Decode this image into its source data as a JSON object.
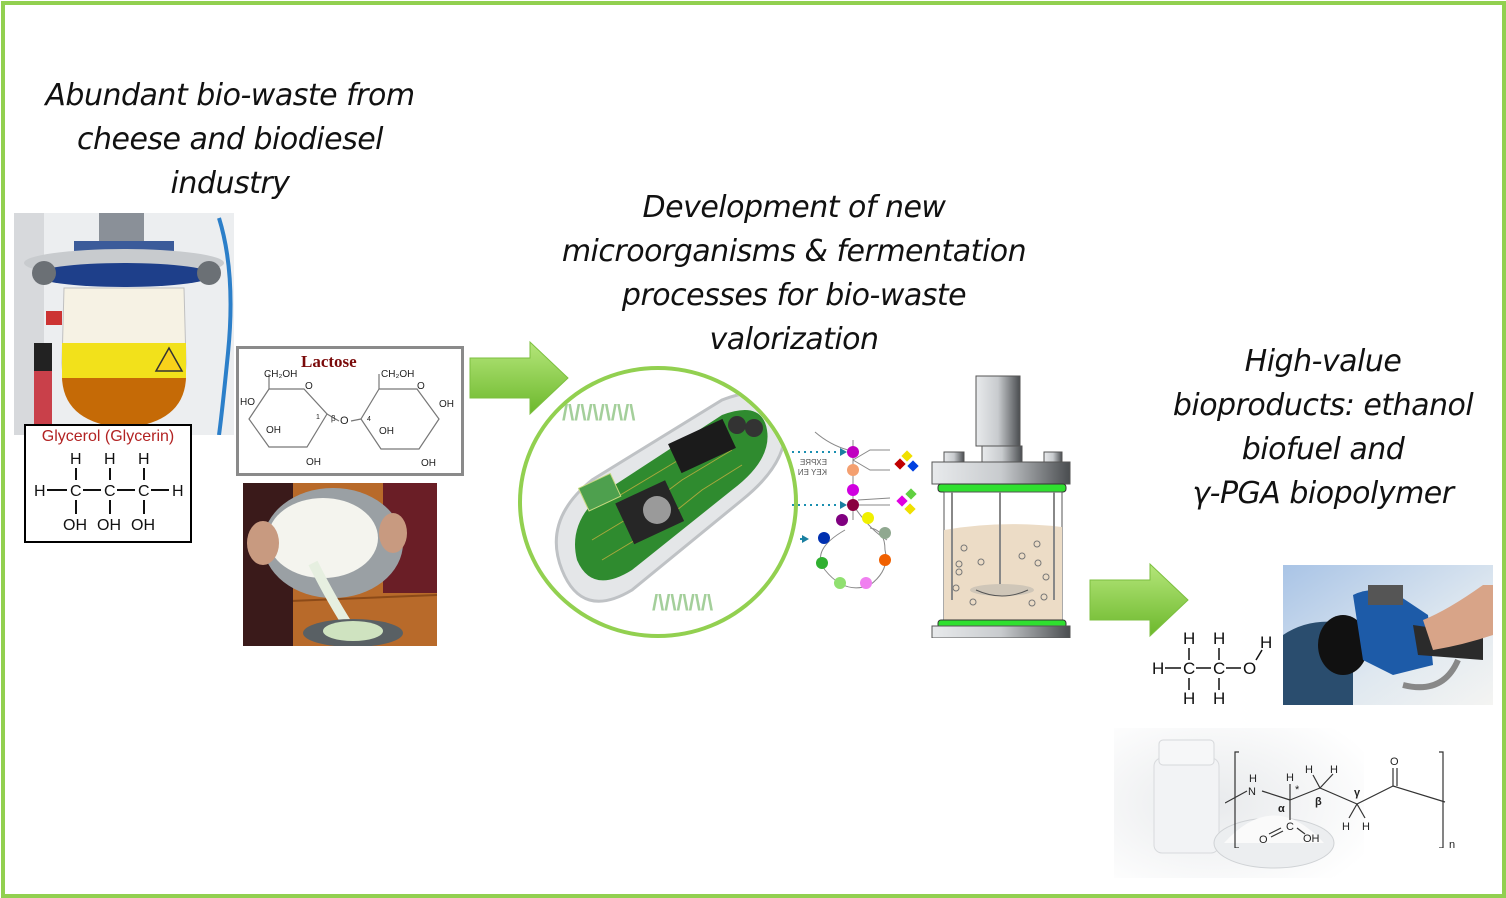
{
  "frame": {
    "border_color": "#92d050"
  },
  "stage1": {
    "caption": [
      "Abundant bio-waste from",
      "cheese and biodiesel",
      "industry"
    ],
    "bioreactor_photo": {
      "alt": "glass bioreactor with yellow glycerol liquid"
    },
    "whey_photo": {
      "alt": "pouring whey from a pot through a strainer"
    },
    "glycerol": {
      "title": "Glycerol (Glycerin)",
      "atoms": {
        "H": "H",
        "C": "C",
        "OH": "OH"
      }
    },
    "lactose": {
      "title": "Lactose",
      "labels": {
        "ch2oh": "CH₂OH",
        "o": "O",
        "oh": "OH",
        "ho": "HO",
        "beta": "β",
        "one": "1",
        "four": "4"
      }
    }
  },
  "stage2": {
    "caption": [
      "Development of new",
      "microorganisms & fermentation",
      "processes for bio-waste",
      "valorization"
    ],
    "cell_illustration": {
      "alt": "synthetic microbe with circuit board and DNA"
    },
    "pathway_labels": [
      "EXPRE",
      "KEY EN"
    ],
    "bioreactor_diagram": {
      "alt": "stirred-tank fermenter"
    }
  },
  "stage3": {
    "caption": [
      "High-value",
      "bioproducts: ethanol",
      "biofuel and",
      "γ-PGA biopolymer"
    ],
    "ethanol": {
      "atoms": {
        "H": "H",
        "C": "C",
        "O": "O"
      }
    },
    "fuel_photo": {
      "alt": "fuel nozzle filling car"
    },
    "pga": {
      "labels": {
        "N": "N",
        "H": "H",
        "O": "O",
        "C": "C",
        "OH": "OH",
        "alpha": "α",
        "beta": "β",
        "gamma": "γ",
        "star": "*",
        "n": "n"
      }
    },
    "powder_photo": {
      "alt": "white powder jar and dish"
    }
  },
  "arrows": {
    "color": "#8fd14f"
  }
}
